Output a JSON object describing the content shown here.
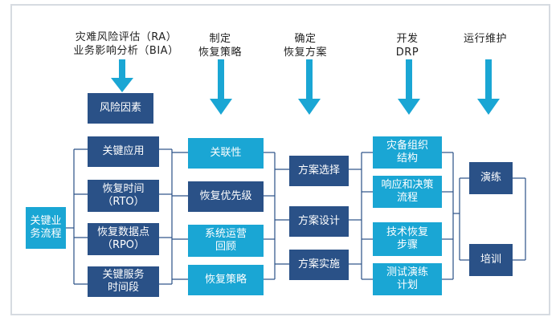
{
  "colors": {
    "navy": "#2a5187",
    "cyan": "#1aa6d4",
    "arrow": "#1aa6d4",
    "connector": "#2a5187",
    "frame": "#d6dbe1"
  },
  "phases": {
    "risk": "灾难风险评估（RA）\n业务影响分析（BIA）",
    "strategy": "制定\n恢复策略",
    "plan": "确定\n恢复方案",
    "drp": "开发\nDRP",
    "ops": "运行维护"
  },
  "boxes": {
    "risk_factor": "风险因素",
    "key_process": "关键业\n务流程",
    "key_app": "关键应用",
    "rto": "恢复时间\n（RTO）",
    "rpo": "恢复数据点\n（RPO）",
    "key_period": "关键服务\n时间段",
    "relevance": "关联性",
    "priority": "恢复优先级",
    "ops_review": "系统运营\n回顾",
    "recovery_strategy": "恢复策略",
    "plan_select": "方案选择",
    "plan_design": "方案设计",
    "plan_implement": "方案实施",
    "dr_org": "灾备组织\n结构",
    "response": "响应和决策\n流程",
    "tech_steps": "技术恢复\n步骤",
    "test_drill": "测试演练\n计划",
    "drill": "演练",
    "training": "培训"
  }
}
